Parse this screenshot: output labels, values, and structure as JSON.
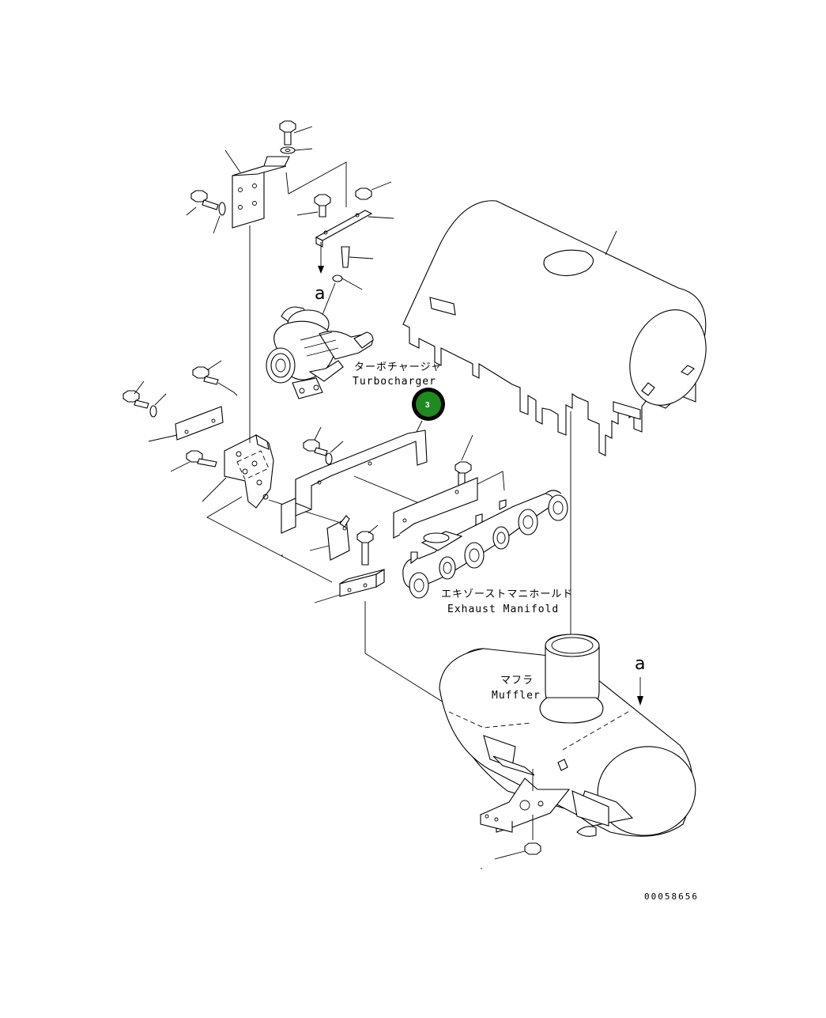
{
  "labels": {
    "turbocharger_jp": "ターボチャージャ",
    "turbocharger_en": "Turbocharger",
    "exhaust_manifold_jp": "エキゾーストマニホールド",
    "exhaust_manifold_en": "Exhaust Manifold",
    "muffler_jp": "マフラ",
    "muffler_en": "Muffler"
  },
  "view_markers": {
    "a_upper": "a",
    "a_lower": "a"
  },
  "callout": {
    "number": "3",
    "color": "#1f8a1f"
  },
  "drawing_number": "00058656"
}
